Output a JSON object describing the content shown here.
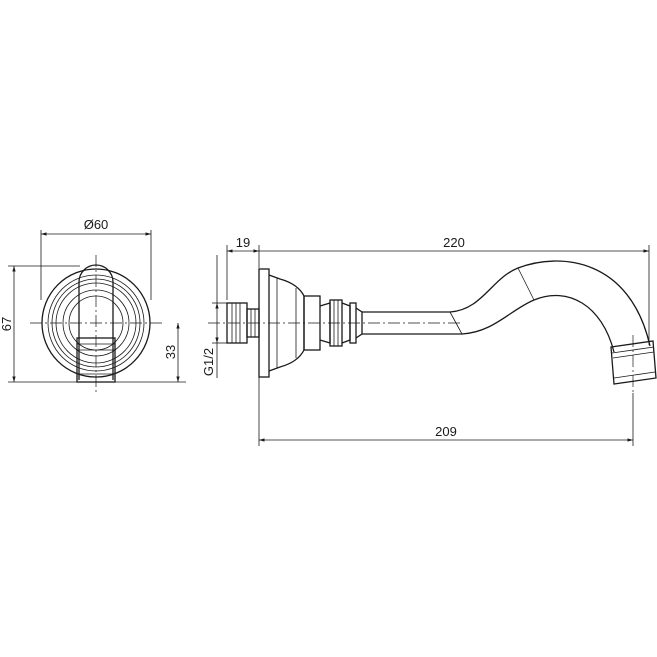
{
  "dimensions": {
    "front_diameter": "Ø60",
    "front_height": "67",
    "front_center": "33",
    "side_thread": "G1/2",
    "side_flange": "19",
    "side_total": "220",
    "side_reach": "209"
  }
}
